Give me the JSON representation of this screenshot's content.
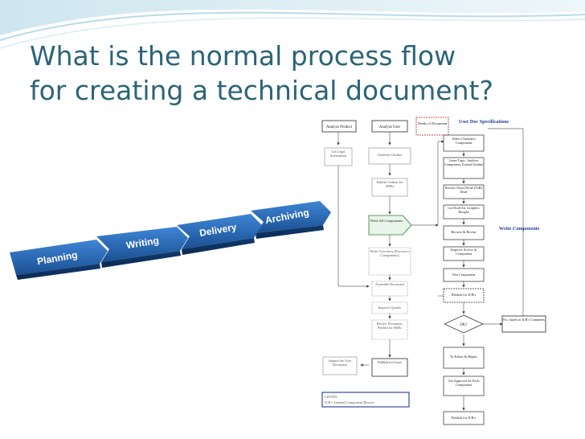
{
  "slide": {
    "title": "What is the normal process flow\nfor creating a technical document?"
  },
  "phases": [
    {
      "label": "Planning"
    },
    {
      "label": "Writing"
    },
    {
      "label": "Delivery"
    },
    {
      "label": "Archiving"
    }
  ],
  "flowchart": {
    "section_labels": {
      "spec": "User Doc Specifications",
      "write": "Write Components"
    },
    "top_row": [
      {
        "text": "Analyze Product"
      },
      {
        "text": "Analyze User"
      },
      {
        "text": "Needs of Document"
      }
    ],
    "left_column": [
      {
        "text": "Get Legal Information"
      },
      {
        "text": "Generate Outline"
      },
      {
        "text": "Publish Outline for SMEs"
      },
      {
        "text": "Write All Components"
      },
      {
        "text": "Write Overviews (Process to Components)"
      },
      {
        "text": "Assemble Document"
      },
      {
        "text": "Improve Quality"
      },
      {
        "text": "Review Document, Publish for SMEs"
      },
      {
        "text": "Support the User Document"
      },
      {
        "text": "Publish for Users"
      }
    ],
    "right_column": [
      {
        "text": "Select (Another) Component"
      },
      {
        "text": "Learn Topic, Analyze Component, Extend Outline"
      },
      {
        "text": "Review Notes/Write (ToR) Draft"
      },
      {
        "text": "Let Draft Sit, Graphics Roughs"
      },
      {
        "text": "Review & Revise"
      },
      {
        "text": "Improve Access in Component"
      },
      {
        "text": "Test Component"
      },
      {
        "text": "Publish for ICR's"
      },
      {
        "text": "To Editor & Repair"
      },
      {
        "text": "Get Approval for Each Component"
      },
      {
        "text": "Publish for ICR's"
      }
    ],
    "decision": {
      "text": "OK?"
    },
    "fix_box": {
      "text": "Fix, based on ICR's Comments"
    },
    "legend": {
      "line1": "LISTED:",
      "line2": "ICR = Internal Component Review"
    },
    "colors": {
      "box_border": "#2a2a2a",
      "highlight_fill": "#ffffcc",
      "green_fill": "#e8f5e8",
      "spec_label": "#1f3b9c",
      "write_label": "#1f3b9c",
      "legend_border": "#1f3b9c",
      "phase_arrow": "#1f5fa8"
    }
  }
}
